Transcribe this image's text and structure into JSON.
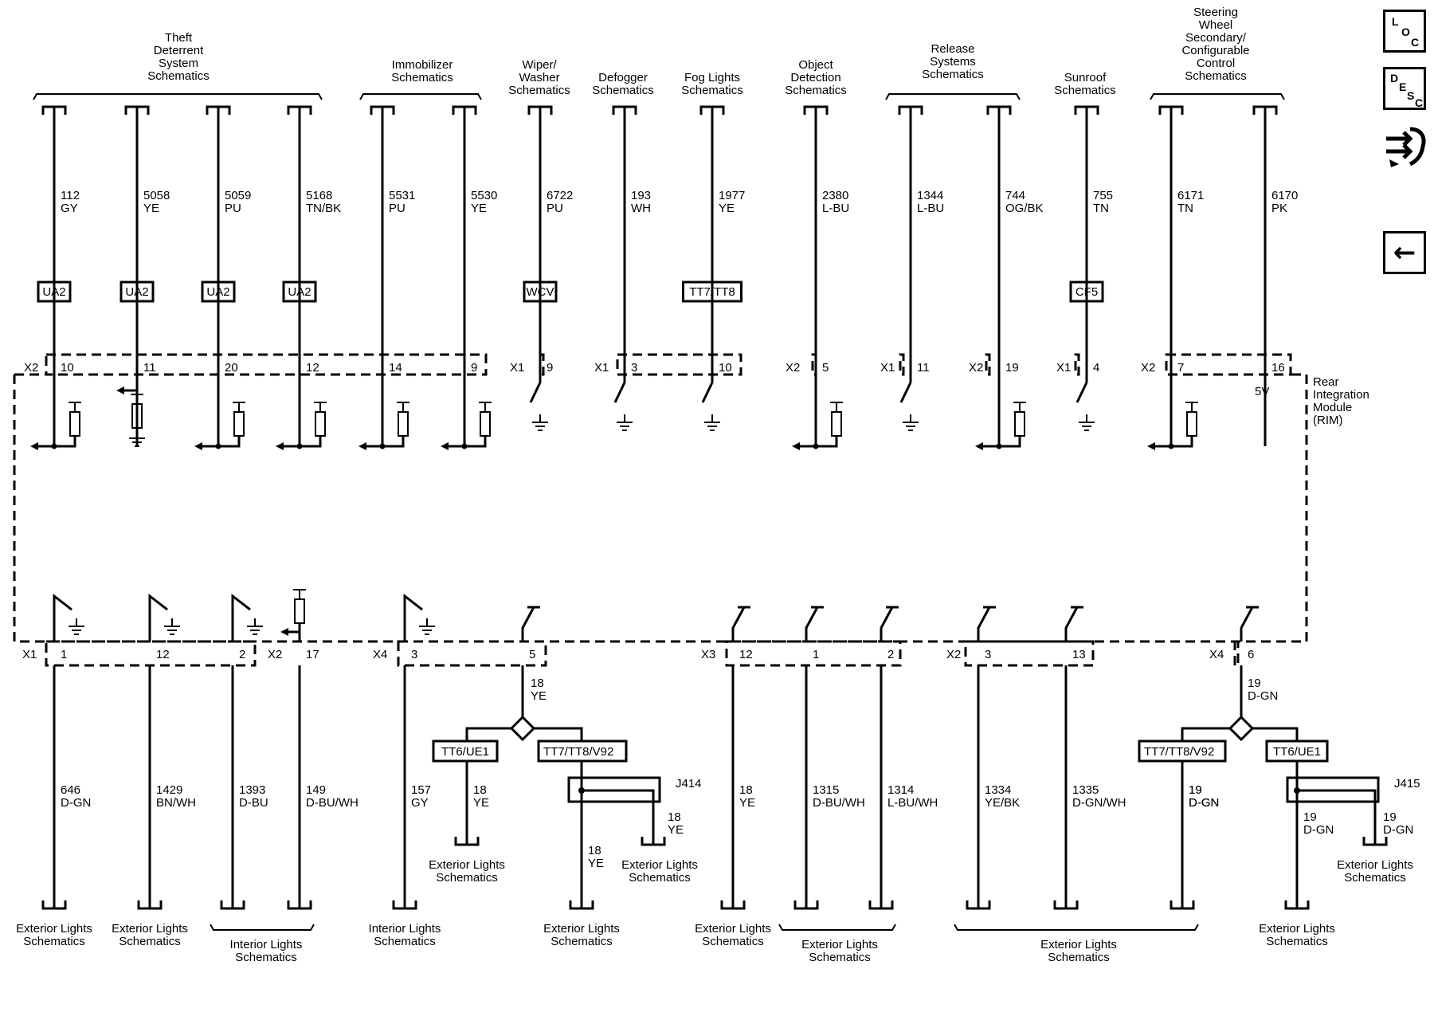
{
  "module_label": [
    "Rear",
    "Integration",
    "Module",
    "(RIM)"
  ],
  "voltage_label": "5V",
  "nav": {
    "loc_letters": [
      "L",
      "O",
      "C"
    ],
    "desc_letters": [
      "D",
      "E",
      "S",
      "C"
    ],
    "back_glyph": "←"
  },
  "top_headings": [
    {
      "lines": [
        "Theft",
        "Deterrent",
        "System",
        "Schematics"
      ]
    },
    {
      "lines": [
        "Immobilizer",
        "Schematics"
      ]
    },
    {
      "lines": [
        "Wiper/",
        "Washer",
        "Schematics"
      ]
    },
    {
      "lines": [
        "Defogger",
        "Schematics"
      ]
    },
    {
      "lines": [
        "Fog Lights",
        "Schematics"
      ]
    },
    {
      "lines": [
        "Object",
        "Detection",
        "Schematics"
      ]
    },
    {
      "lines": [
        "Release",
        "Systems",
        "Schematics"
      ]
    },
    {
      "lines": [
        "Sunroof",
        "Schematics"
      ]
    },
    {
      "lines": [
        "Steering",
        "Wheel",
        "Secondary/",
        "Configurable",
        "Control",
        "Schematics"
      ]
    }
  ],
  "top_wires": [
    {
      "circuit": "112",
      "color": "GY",
      "option": "UA2",
      "connector": "X2",
      "pin": "10"
    },
    {
      "circuit": "5058",
      "color": "YE",
      "option": "UA2",
      "connector": "",
      "pin": "11"
    },
    {
      "circuit": "5059",
      "color": "PU",
      "option": "UA2",
      "connector": "",
      "pin": "20"
    },
    {
      "circuit": "5168",
      "color": "TN/BK",
      "option": "UA2",
      "connector": "",
      "pin": "12"
    },
    {
      "circuit": "5531",
      "color": "PU",
      "option": "",
      "connector": "",
      "pin": "14"
    },
    {
      "circuit": "5530",
      "color": "YE",
      "option": "",
      "connector": "",
      "pin": "9"
    },
    {
      "circuit": "6722",
      "color": "PU",
      "option": "WCV",
      "connector": "X1",
      "pin": "9"
    },
    {
      "circuit": "193",
      "color": "WH",
      "option": "",
      "connector": "X1",
      "pin": "3"
    },
    {
      "circuit": "1977",
      "color": "YE",
      "option": "TT7/TT8",
      "connector": "",
      "pin": "10"
    },
    {
      "circuit": "2380",
      "color": "L-BU",
      "option": "",
      "connector": "X2",
      "pin": "5"
    },
    {
      "circuit": "1344",
      "color": "L-BU",
      "option": "",
      "connector": "X1",
      "pin": "11"
    },
    {
      "circuit": "744",
      "color": "OG/BK",
      "option": "",
      "connector": "X2",
      "pin": "19"
    },
    {
      "circuit": "755",
      "color": "TN",
      "option": "CF5",
      "connector": "X1",
      "pin": "4"
    },
    {
      "circuit": "6171",
      "color": "TN",
      "option": "",
      "connector": "X2",
      "pin": "7"
    },
    {
      "circuit": "6170",
      "color": "PK",
      "option": "",
      "connector": "",
      "pin": "16"
    }
  ],
  "bottom_pins": [
    {
      "connector": "X1",
      "pin": "1"
    },
    {
      "connector": "",
      "pin": "12"
    },
    {
      "connector": "",
      "pin": "2"
    },
    {
      "connector": "X2",
      "pin": "17"
    },
    {
      "connector": "X4",
      "pin": "3"
    },
    {
      "connector": "",
      "pin": "5"
    },
    {
      "connector": "X3",
      "pin": "12"
    },
    {
      "connector": "",
      "pin": "1"
    },
    {
      "connector": "",
      "pin": "2"
    },
    {
      "connector": "X2",
      "pin": "3"
    },
    {
      "connector": "",
      "pin": "13"
    },
    {
      "connector": "X4",
      "pin": "6"
    }
  ],
  "bottom_wires": [
    {
      "circuit": "646",
      "color": "D-GN"
    },
    {
      "circuit": "1429",
      "color": "BN/WH"
    },
    {
      "circuit": "1393",
      "color": "D-BU"
    },
    {
      "circuit": "149",
      "color": "D-BU/WH"
    },
    {
      "circuit": "157",
      "color": "GY"
    },
    {
      "circuit": "18",
      "color": "YE"
    },
    {
      "circuit": "1315",
      "color": "D-BU/WH"
    },
    {
      "circuit": "1314",
      "color": "L-BU/WH"
    },
    {
      "circuit": "1334",
      "color": "YE/BK"
    },
    {
      "circuit": "1335",
      "color": "D-GN/WH"
    },
    {
      "circuit": "19",
      "color": "D-GN"
    }
  ],
  "branch_wires": {
    "left_split": {
      "circuit": "18",
      "color": "YE"
    },
    "left_a": {
      "circuit": "18",
      "color": "YE"
    },
    "left_b1": {
      "circuit": "18",
      "color": "YE"
    },
    "left_b2": {
      "circuit": "18",
      "color": "YE"
    },
    "right_split": {
      "circuit": "19",
      "color": "D-GN"
    },
    "right_a": {
      "circuit": "19",
      "color": "D-GN"
    },
    "right_b1": {
      "circuit": "19",
      "color": "D-GN"
    },
    "right_b2": {
      "circuit": "19",
      "color": "D-GN"
    }
  },
  "options_bottom": {
    "left_a": "TT6/UE1",
    "left_b": "TT7/TT8/V92",
    "right_a": "TT7/TT8/V92",
    "right_b": "TT6/UE1"
  },
  "splices": {
    "left": "J414",
    "right": "J415"
  },
  "bottom_destinations": {
    "ext1": [
      "Exterior Lights",
      "Schematics"
    ],
    "ext2": [
      "Exterior Lights",
      "Schematics"
    ],
    "interior_group": [
      "Interior Lights",
      "Schematics"
    ],
    "interior_single": [
      "Interior Lights",
      "Schematics"
    ],
    "ext_mid1": [
      "Exterior Lights",
      "Schematics"
    ],
    "ext_mid2": [
      "Exterior Lights",
      "Schematics"
    ],
    "ext_mid3": [
      "Exterior Lights",
      "Schematics"
    ],
    "ext_x3": [
      "Exterior Lights",
      "Schematics"
    ],
    "ext_group2": [
      "Exterior Lights",
      "Schematics"
    ],
    "ext_group3": [
      "Exterior Lights",
      "Schematics"
    ],
    "ext_right1": [
      "Exterior Lights",
      "Schematics"
    ],
    "ext_right2": [
      "Exterior Lights",
      "Schematics"
    ]
  }
}
